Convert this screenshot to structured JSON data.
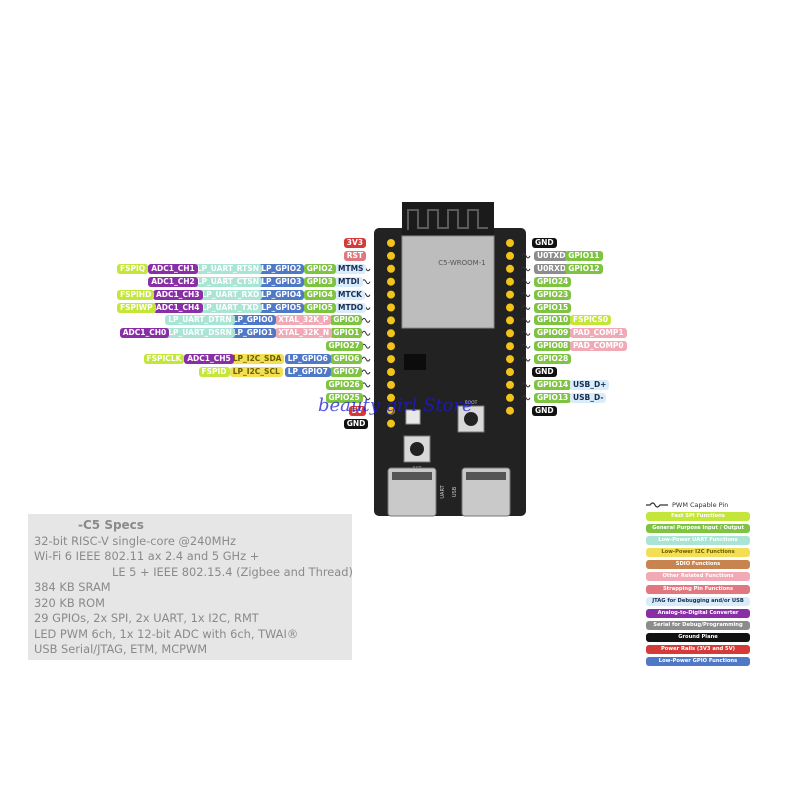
{
  "board": {
    "module_label": "C5-WROOM-1",
    "button_labels": [
      "BOOT",
      "RST"
    ],
    "usb_labels": [
      "UART",
      "USB"
    ]
  },
  "pins": {
    "left": [
      {
        "labels": [
          {
            "text": "3V3",
            "style": "power"
          }
        ]
      },
      {
        "labels": [
          {
            "text": "RST",
            "style": "strap"
          }
        ]
      },
      {
        "labels": [
          {
            "text": "FSPIQ",
            "style": "fspi"
          },
          {
            "text": "ADC1_CH1",
            "style": "adc"
          },
          {
            "text": "LP_UART_RTSN",
            "style": "lpuart"
          },
          {
            "text": "LP_GPIO2",
            "style": "lpgpio"
          },
          {
            "text": "GPIO2",
            "style": "gpio"
          },
          {
            "text": "MTMS",
            "style": "jtag"
          }
        ],
        "pwm": true
      },
      {
        "labels": [
          {
            "text": "ADC1_CH2",
            "style": "adc"
          },
          {
            "text": "LP_UART_CTSN",
            "style": "lpuart"
          },
          {
            "text": "LP_GPIO3",
            "style": "lpgpio"
          },
          {
            "text": "GPIO3",
            "style": "gpio"
          },
          {
            "text": "MTDI",
            "style": "jtag"
          }
        ],
        "pwm": true
      },
      {
        "labels": [
          {
            "text": "FSPIHD",
            "style": "fspi"
          },
          {
            "text": "ADC1_CH3",
            "style": "adc"
          },
          {
            "text": "LP_UART_RXD",
            "style": "lpuart"
          },
          {
            "text": "LP_GPIO4",
            "style": "lpgpio"
          },
          {
            "text": "GPIO4",
            "style": "gpio"
          },
          {
            "text": "MTCK",
            "style": "jtag"
          }
        ],
        "pwm": true
      },
      {
        "labels": [
          {
            "text": "FSPIWP",
            "style": "fspi"
          },
          {
            "text": "ADC1_CH4",
            "style": "adc"
          },
          {
            "text": "LP_UART_TXD",
            "style": "lpuart"
          },
          {
            "text": "LP_GPIO5",
            "style": "lpgpio"
          },
          {
            "text": "GPIO5",
            "style": "gpio"
          },
          {
            "text": "MTDO",
            "style": "jtag"
          }
        ],
        "pwm": true
      },
      {
        "labels": [
          {
            "text": "LP_UART_DTRN",
            "style": "lpuart"
          },
          {
            "text": "LP_GPIO0",
            "style": "lpgpio"
          },
          {
            "text": "XTAL_32K_P",
            "style": "other"
          },
          {
            "text": "GPIO0",
            "style": "gpio"
          }
        ],
        "pwm": true
      },
      {
        "labels": [
          {
            "text": "ADC1_CH0",
            "style": "adc"
          },
          {
            "text": "LP_UART_DSRN",
            "style": "lpuart"
          },
          {
            "text": "LP_GPIO1",
            "style": "lpgpio"
          },
          {
            "text": "XTAL_32K_N",
            "style": "other"
          },
          {
            "text": "GPIO1",
            "style": "gpio"
          }
        ],
        "pwm": true
      },
      {
        "labels": [
          {
            "text": "GPIO27",
            "style": "gpio"
          }
        ],
        "pwm": true
      },
      {
        "labels": [
          {
            "text": "FSPICLK",
            "style": "fspi"
          },
          {
            "text": "ADC1_CH5",
            "style": "adc"
          },
          {
            "text": "LP_I2C_SDA",
            "style": "lpi2c"
          },
          {
            "text": "LP_GPIO6",
            "style": "lpgpio"
          },
          {
            "text": "GPIO6",
            "style": "gpio"
          }
        ],
        "pwm": true
      },
      {
        "labels": [
          {
            "text": "FSPID",
            "style": "fspi"
          },
          {
            "text": "LP_I2C_SCL",
            "style": "lpi2c"
          },
          {
            "text": "LP_GPIO7",
            "style": "lpgpio"
          },
          {
            "text": "GPIO7",
            "style": "gpio"
          }
        ],
        "pwm": true
      },
      {
        "labels": [
          {
            "text": "GPIO26",
            "style": "gpio"
          }
        ],
        "pwm": true
      },
      {
        "labels": [
          {
            "text": "GPIO25",
            "style": "gpio"
          }
        ],
        "pwm": true
      },
      {
        "labels": [
          {
            "text": "5V",
            "style": "power"
          }
        ]
      },
      {
        "labels": [
          {
            "text": "GND",
            "style": "ground"
          }
        ]
      }
    ],
    "right": [
      {
        "labels": [
          {
            "text": "GND",
            "style": "ground"
          }
        ]
      },
      {
        "labels": [
          {
            "text": "U0TXD",
            "style": "serial"
          },
          {
            "text": "GPIO11",
            "style": "gpio"
          }
        ],
        "pwm": true
      },
      {
        "labels": [
          {
            "text": "U0RXD",
            "style": "serial"
          },
          {
            "text": "GPIO12",
            "style": "gpio"
          }
        ],
        "pwm": true
      },
      {
        "labels": [
          {
            "text": "GPIO24",
            "style": "gpio"
          }
        ],
        "pwm": true
      },
      {
        "labels": [
          {
            "text": "GPIO23",
            "style": "gpio"
          }
        ],
        "pwm": true
      },
      {
        "labels": [
          {
            "text": "GPIO15",
            "style": "gpio"
          }
        ],
        "pwm": true
      },
      {
        "labels": [
          {
            "text": "GPIO10",
            "style": "gpio"
          },
          {
            "text": "FSPICS0",
            "style": "fspi"
          }
        ],
        "pwm": true
      },
      {
        "labels": [
          {
            "text": "GPIO09",
            "style": "gpio"
          },
          {
            "text": "PAD_COMP1",
            "style": "other"
          }
        ],
        "pwm": true
      },
      {
        "labels": [
          {
            "text": "GPIO08",
            "style": "gpio"
          },
          {
            "text": "PAD_COMP0",
            "style": "other"
          }
        ],
        "pwm": true
      },
      {
        "labels": [
          {
            "text": "GPIO28",
            "style": "gpio"
          }
        ],
        "pwm": true
      },
      {
        "labels": [
          {
            "text": "GND",
            "style": "ground"
          }
        ]
      },
      {
        "labels": [
          {
            "text": "GPIO14",
            "style": "gpio"
          },
          {
            "text": "USB_D+",
            "style": "usb"
          }
        ],
        "pwm": true
      },
      {
        "labels": [
          {
            "text": "GPIO13",
            "style": "gpio"
          },
          {
            "text": "USB_D-",
            "style": "usb"
          }
        ],
        "pwm": true
      },
      {
        "labels": [
          {
            "text": "GND",
            "style": "ground"
          }
        ]
      }
    ]
  },
  "specs": {
    "title": "-C5 Specs",
    "lines": [
      {
        "text": "32-bit RISC-V single-core @240MHz"
      },
      {
        "text": "Wi-Fi 6 IEEE 802.11 ax 2.4 and 5 GHz +"
      },
      {
        "text": "LE 5 + IEEE 802.15.4 (Zigbee and Thread)",
        "indent": true
      },
      {
        "text": "384 KB SRAM"
      },
      {
        "text": "320 KB ROM"
      },
      {
        "text": "29 GPIOs, 2x SPI, 2x UART, 1x I2C, RMT"
      },
      {
        "text": "LED PWM 6ch, 1x 12-bit ADC with 6ch, TWAI®"
      },
      {
        "text": "USB Serial/JTAG, ETM, MCPWM"
      }
    ]
  },
  "legend": {
    "pwm_label": "PWM Capable Pin",
    "items": [
      {
        "text": "Fast SPI Functions",
        "style": "fspi"
      },
      {
        "text": "General Purpose Input / Output",
        "style": "gpio"
      },
      {
        "text": "Low-Power UART Functions",
        "style": "lpuart"
      },
      {
        "text": "Low-Power I2C Functions",
        "style": "lpi2c"
      },
      {
        "text": "SDIO Functions",
        "style": "sdio"
      },
      {
        "text": "Other Related Functions",
        "style": "other"
      },
      {
        "text": "Strapping Pin Functions",
        "style": "strap"
      },
      {
        "text": "JTAG for Debugging and/or USB",
        "style": "jtag"
      },
      {
        "text": "Analog-to-Digital Converter",
        "style": "adc"
      },
      {
        "text": "Serial for Debug/Programming",
        "style": "serial"
      },
      {
        "text": "Ground Plane",
        "style": "ground"
      },
      {
        "text": "Power Rails (3V3 and 5V)",
        "style": "power"
      },
      {
        "text": "Low-Power GPIO Functions",
        "style": "lpgpio"
      }
    ]
  },
  "styles": {
    "fspi": {
      "bg": "#c4e63a",
      "fg": "#ffffff"
    },
    "gpio": {
      "bg": "#7fc343",
      "fg": "#ffffff"
    },
    "lpuart": {
      "bg": "#a9e4d4",
      "fg": "#ffffff"
    },
    "lpi2c": {
      "bg": "#f2df54",
      "fg": "#6b5e00"
    },
    "sdio": {
      "bg": "#c8844f",
      "fg": "#ffffff"
    },
    "other": {
      "bg": "#f0a9b5",
      "fg": "#ffffff"
    },
    "strap": {
      "bg": "#e1787f",
      "fg": "#ffffff"
    },
    "jtag": {
      "bg": "#d8ecfa",
      "fg": "#1a2b52"
    },
    "adc": {
      "bg": "#8a2ea7",
      "fg": "#ffffff"
    },
    "serial": {
      "bg": "#8c8c8c",
      "fg": "#ffffff"
    },
    "ground": {
      "bg": "#111111",
      "fg": "#ffffff"
    },
    "power": {
      "bg": "#d43a37",
      "fg": "#ffffff"
    },
    "lpgpio": {
      "bg": "#4f78c6",
      "fg": "#ffffff"
    },
    "usb": {
      "bg": "#d8ecfa",
      "fg": "#1a2b52"
    }
  },
  "watermark": "beauty girl Store"
}
